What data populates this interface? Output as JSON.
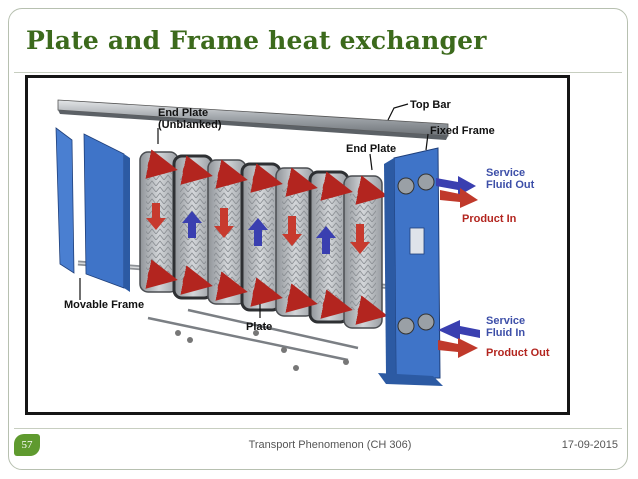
{
  "slide": {
    "title": "Plate and Frame heat exchanger",
    "page_number": "57",
    "footer_center": "Transport Phenomenon (CH 306)",
    "footer_date": "17-09-2015"
  },
  "diagram": {
    "labels": {
      "top_bar": "Top Bar",
      "end_plate_unblanked_1": "End Plate",
      "end_plate_unblanked_2": "(Unblanked)",
      "fixed_frame": "Fixed Frame",
      "end_plate": "End Plate",
      "service_fluid_out_1": "Service",
      "service_fluid_out_2": "Fluid Out",
      "product_in": "Product In",
      "movable_frame": "Movable Frame",
      "plate": "Plate",
      "service_fluid_in_1": "Service",
      "service_fluid_in_2": "Fluid In",
      "product_out": "Product Out"
    },
    "colors": {
      "frame_blue": "#3f74c8",
      "hot_red": "#c0392b",
      "cold_blue": "#3a3fb0",
      "plate_gray": "#b9bcc0",
      "title_green": "#3c6a1c",
      "badge_green": "#5f9a2f"
    }
  }
}
